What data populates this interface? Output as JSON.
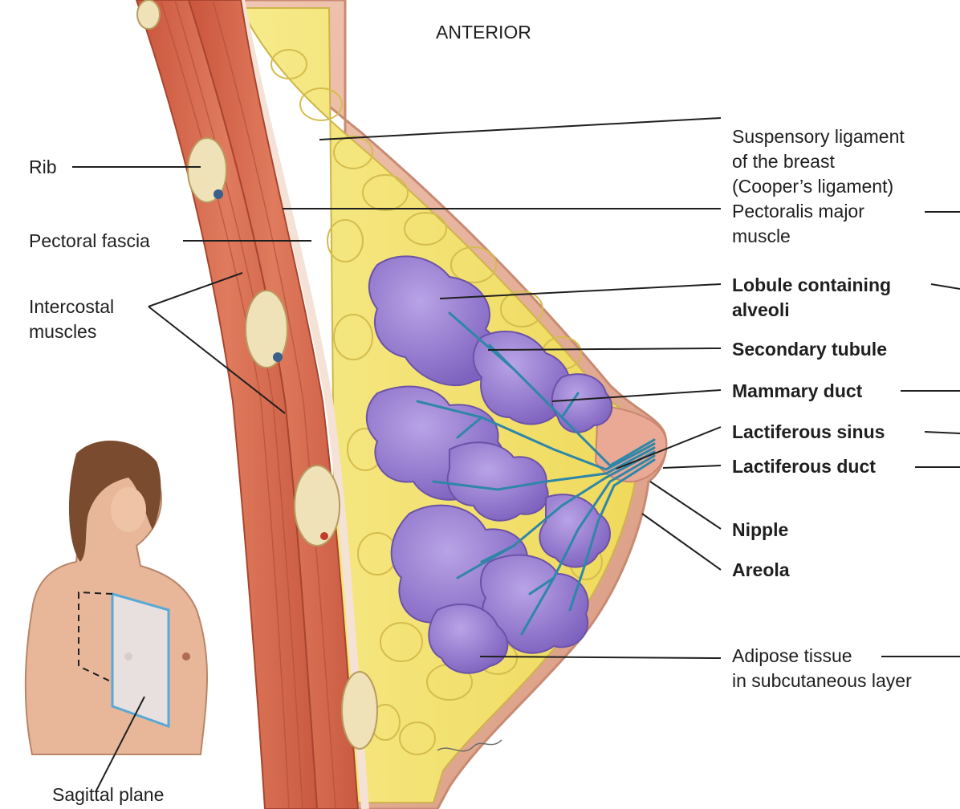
{
  "diagram": {
    "top_label": "ANTERIOR",
    "left_labels": {
      "rib": "Rib",
      "pectoral_fascia": "Pectoral fascia",
      "intercostal_muscles": "Intercostal\nmuscles",
      "sagittal_plane": "Sagittal plane"
    },
    "right_labels": {
      "suspensory_ligament": "Suspensory ligament\nof the breast\n(Cooper’s ligament)",
      "pectoralis_major": "Pectoralis major\nmuscle",
      "lobule": "Lobule containing\nalveoli",
      "secondary_tubule": "Secondary tubule",
      "mammary_duct": "Mammary duct",
      "lactiferous_sinus": "Lactiferous sinus",
      "lactiferous_duct": "Lactiferous duct",
      "nipple": "Nipple",
      "areola": "Areola",
      "adipose_tissue": "Adipose tissue\nin subcutaneous layer"
    }
  },
  "colors": {
    "muscle": "#d96a4e",
    "muscle_dark": "#b84a33",
    "fascia": "#f2d7c6",
    "adipose": "#f3e36a",
    "adipose_stroke": "#d8c250",
    "lobule": "#9a7fd1",
    "lobule_dark": "#6f57b0",
    "duct": "#2f86a8",
    "skin": "#eab39e",
    "bone": "#efe1b8",
    "leader": "#1f1f1f"
  }
}
